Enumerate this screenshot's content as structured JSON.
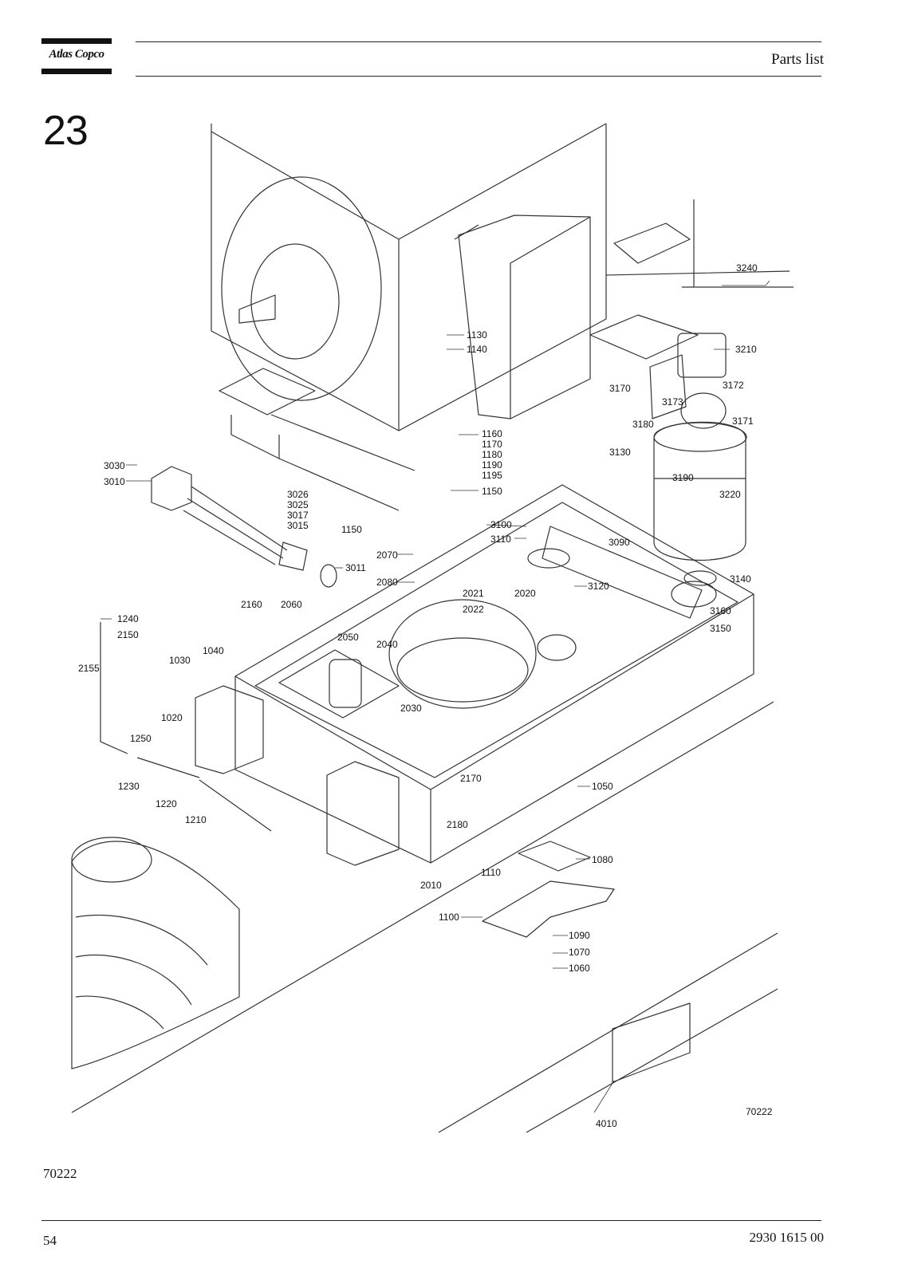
{
  "header": {
    "brand": "Atlas Copco",
    "title": "Parts list"
  },
  "section_number": "23",
  "drawing": {
    "drawing_number": "70222",
    "labels": {
      "l3240": "3240",
      "l3210": "3210",
      "l3172": "3172",
      "l3170": "3170",
      "l3173": "3173",
      "l3171": "3171",
      "l3180": "3180",
      "l3130": "3130",
      "l3190": "3190",
      "l3220": "3220",
      "l1130": "1130",
      "l1140": "1140",
      "l1160": "1160",
      "l1170": "1170",
      "l1180": "1180",
      "l1190": "1190",
      "l1195": "1195",
      "l1150a": "1150",
      "l1150b": "1150",
      "l3030": "3030",
      "l3010": "3010",
      "l3026": "3026",
      "l3025": "3025",
      "l3017": "3017",
      "l3015": "3015",
      "l3011": "3011",
      "l3100": "3100",
      "l3110": "3110",
      "l3090": "3090",
      "l3140": "3140",
      "l3120": "3120",
      "l3160": "3160",
      "l3150": "3150",
      "l2070": "2070",
      "l2080": "2080",
      "l2021": "2021",
      "l2022": "2022",
      "l2020": "2020",
      "l2160": "2160",
      "l2060": "2060",
      "l2050": "2050",
      "l2040": "2040",
      "l2030": "2030",
      "l1240": "1240",
      "l2150": "2150",
      "l2155": "2155",
      "l1030": "1030",
      "l1040": "1040",
      "l1020": "1020",
      "l1250": "1250",
      "l1230": "1230",
      "l1220": "1220",
      "l1210": "1210",
      "l2170": "2170",
      "l2180": "2180",
      "l1050": "1050",
      "l2010": "2010",
      "l1080": "1080",
      "l1110": "1110",
      "l1100": "1100",
      "l1090": "1090",
      "l1070": "1070",
      "l1060": "1060",
      "l4010": "4010"
    }
  },
  "figure_id": "70222",
  "footer": {
    "page_number": "54",
    "document_number": "2930 1615 00"
  }
}
